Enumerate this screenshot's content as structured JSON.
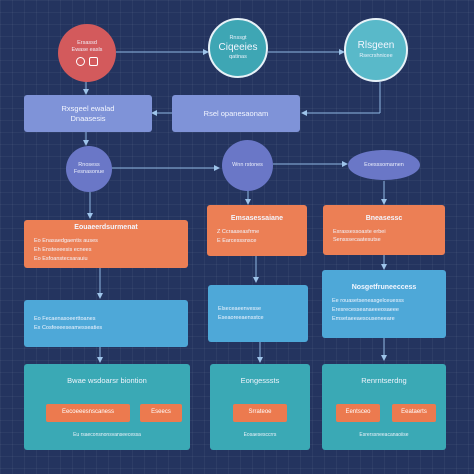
{
  "nodes": {
    "c1": {
      "line1": "Ersassd",
      "line2": "Ewase easls",
      "icon1": "gear-icon",
      "icon2": "person-icon"
    },
    "c2": {
      "line1": "Rnssgt",
      "line2": "Ciqeeies",
      "line3": "qatinas"
    },
    "c3": {
      "line1": "Rlsgeen",
      "line2": "Rsecrshnicee"
    },
    "r1": {
      "line1": "Rxsgeel ewalad",
      "line2": "Dnaasesis"
    },
    "r2": {
      "line1": "Rsel opanesaonam"
    },
    "e1": {
      "line1": "Rnosess",
      "line2": "Fesnasonue"
    },
    "e2": {
      "line1": "Wnn rstones"
    },
    "e3": {
      "line1": "Eoesssomarnen"
    },
    "o1": {
      "title": "Eouaeerdsurmenat",
      "rows": [
        "Eo  Enasaedgaentis auses",
        "Eh  Ensteeeesis ecnees",
        "Eo  Esfoanstecsarauiu"
      ]
    },
    "o2": {
      "title": "Emsasessaiane",
      "rows": [
        "Z  Ccraaseasfrme",
        "E  Earcesssnsce"
      ]
    },
    "o3": {
      "title": "Bneasessc",
      "rows": [
        "Exrassessoaste erbei",
        "Sensssecaatesutse"
      ]
    },
    "b1": {
      "rows": [
        "Eo Fecaenasoeerttoanes",
        "Ex Cosfeeeeseamesseaties"
      ]
    },
    "b2": {
      "rows": [
        "Elseceaeenvesse",
        "Eseaoreeaensstce"
      ]
    },
    "b3": {
      "title": "Nosgetfruneeccess",
      "rows": [
        "Ee rouasetseneasgelceuesss",
        "Eresrecesseanaeeeosaeee",
        "Emsetaeeaesouseneeare"
      ]
    },
    "t1": {
      "title": "Bwae wsdoarsr biontion",
      "sub1": "Eecoeeesnscaness",
      "sub2": "Eseecs",
      "foot": "Eu rsaeconsnonsvanseecessa"
    },
    "t2": {
      "title": "Eongesssts",
      "sub1": "Srrateoe",
      "foot": "Eosaesesccrrs"
    },
    "t3": {
      "title": "Renrntserdng",
      "sub1": "Eentsceo",
      "sub2": "Eeataerts",
      "foot": "Esrerssneeacanaoiise"
    }
  },
  "colors": {
    "background": "#24345f",
    "red": "#d35a5c",
    "teal": "#3ea6b4",
    "orange": "#ec7f55",
    "sky": "#4ea8d8",
    "connector": "#8fb8e3"
  }
}
